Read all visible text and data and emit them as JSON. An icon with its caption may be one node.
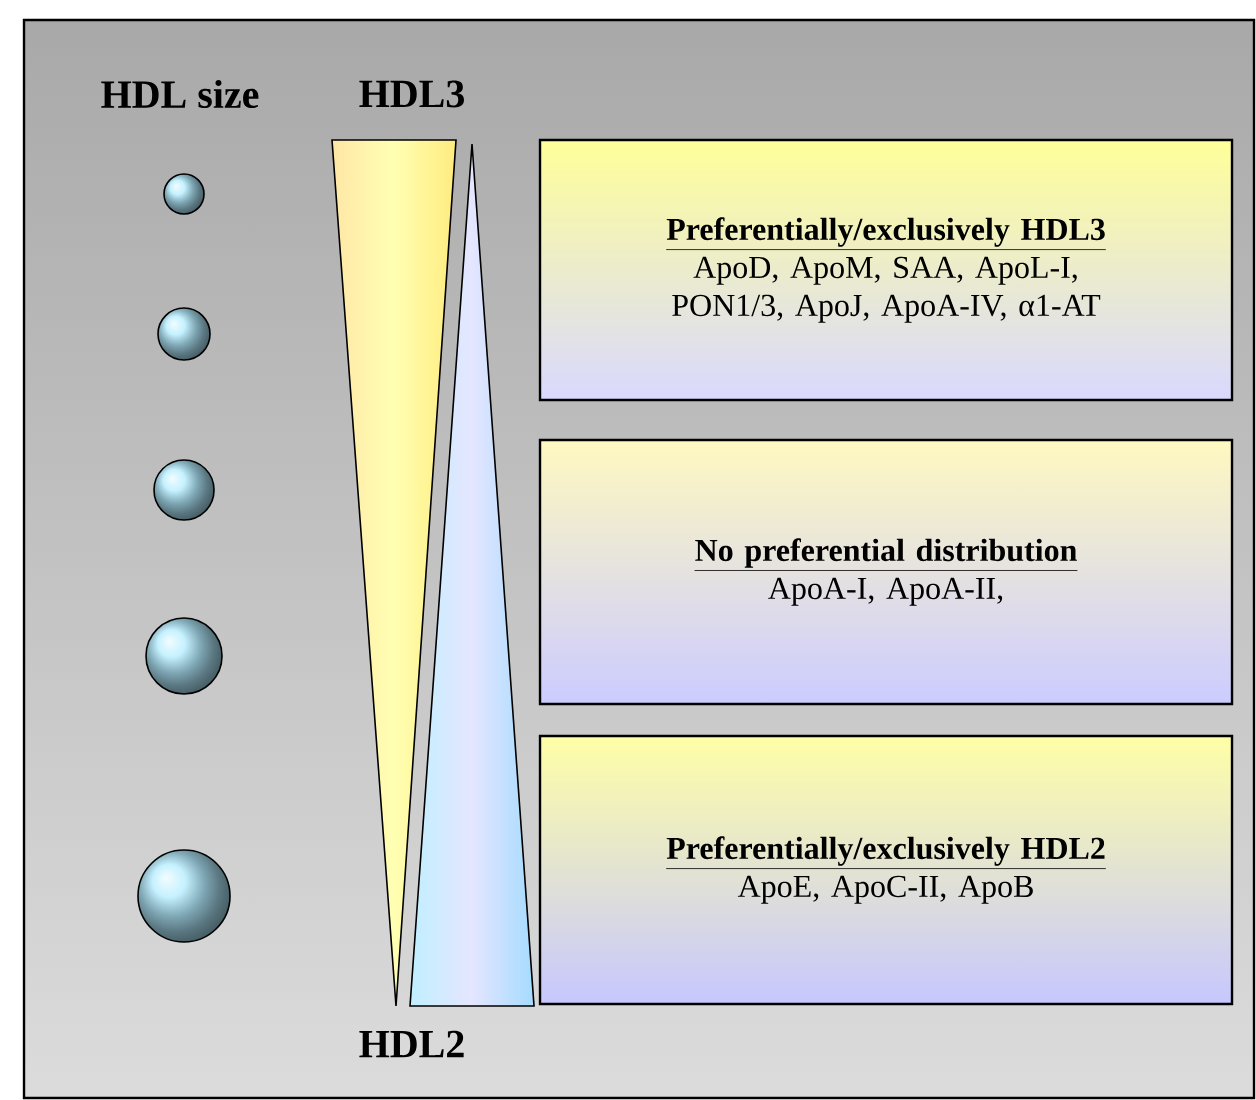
{
  "diagram": {
    "nodes": [
      {
        "text": [
          "Preferentially/exclusively HDL3",
          "ApoD, ApoM, SAA, ApoL-I, PON1/3, ApoJ, ApoA-IV, α1-AT"
        ]
      },
      {
        "text": [
          "No preferential distribution",
          "ApoA-I, ApoA-II,"
        ]
      },
      {
        "text": [
          "Preferentially/exclusively HDL2",
          "ApoE, ApoC-II, ApoB"
        ]
      }
    ],
    "labels": [
      "HDL size",
      "HDL3",
      "HDL2"
    ]
  }
}
